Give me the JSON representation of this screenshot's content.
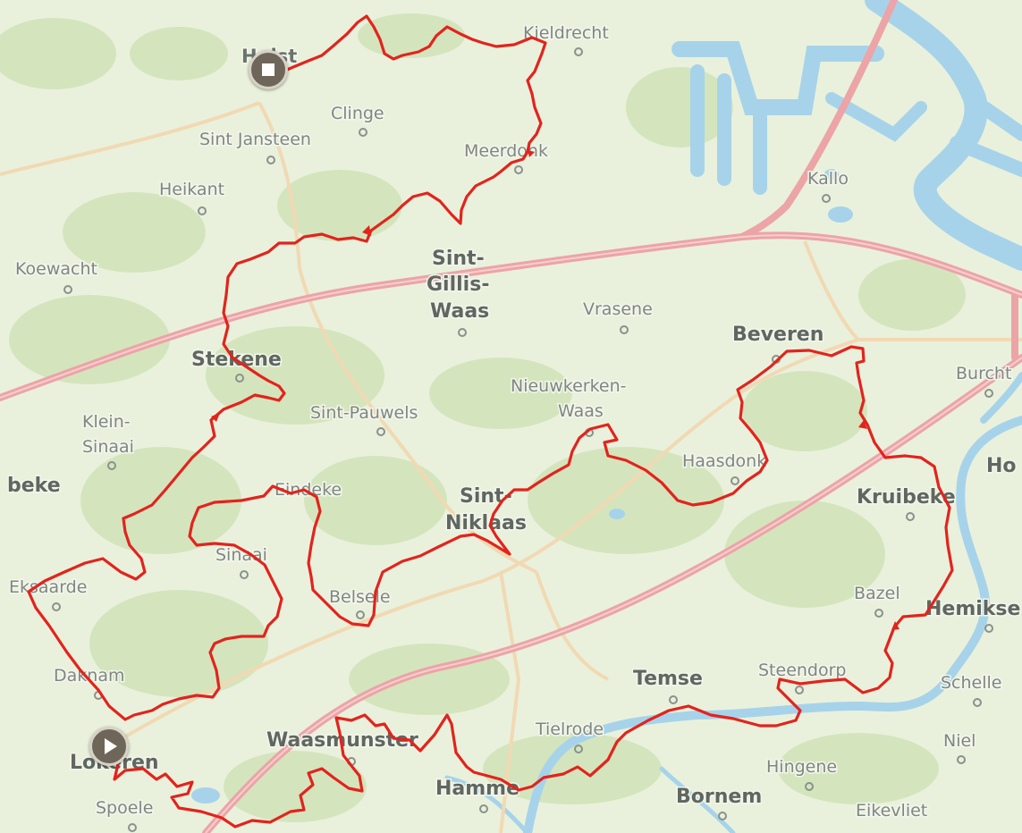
{
  "map": {
    "colors": {
      "land": "#e9f1dc",
      "forest": "#d5e6c0",
      "water": "#a9d4ea",
      "motorway": "#eca3a6",
      "major_road": "#f2dcb8",
      "route": "#e3231d"
    },
    "places": [
      {
        "id": "hulst",
        "text": "Hulst"
      },
      {
        "id": "kieldrecht",
        "text": "Kieldrecht"
      },
      {
        "id": "clinge",
        "text": "Clinge"
      },
      {
        "id": "sint-jansteen",
        "text": "Sint Jansteen"
      },
      {
        "id": "meerdonk",
        "text": "Meerdonk"
      },
      {
        "id": "kallo",
        "text": "Kallo"
      },
      {
        "id": "heikant",
        "text": "Heikant"
      },
      {
        "id": "sint-gillis-waas-1",
        "text": "Sint-"
      },
      {
        "id": "sint-gillis-waas-2",
        "text": "Gillis-"
      },
      {
        "id": "sint-gillis-waas-3",
        "text": "Waas"
      },
      {
        "id": "koewacht",
        "text": "Koewacht"
      },
      {
        "id": "vrasene",
        "text": "Vrasene"
      },
      {
        "id": "beveren",
        "text": "Beveren"
      },
      {
        "id": "burcht",
        "text": "Burcht"
      },
      {
        "id": "stekene",
        "text": "Stekene"
      },
      {
        "id": "nieuwkerken-1",
        "text": "Nieuwkerken-"
      },
      {
        "id": "nieuwkerken-2",
        "text": "Waas"
      },
      {
        "id": "sint-pauwels",
        "text": "Sint-Pauwels"
      },
      {
        "id": "klein-sinaai-1",
        "text": "Klein-"
      },
      {
        "id": "klein-sinaai-2",
        "text": "Sinaai"
      },
      {
        "id": "haasdonk",
        "text": "Haasdonk"
      },
      {
        "id": "beke",
        "text": "beke"
      },
      {
        "id": "hoboken",
        "text": "Ho"
      },
      {
        "id": "sint-niklaas-1",
        "text": "Sint-"
      },
      {
        "id": "sint-niklaas-2",
        "text": "Niklaas"
      },
      {
        "id": "kruibeke",
        "text": "Kruibeke"
      },
      {
        "id": "eindeke",
        "text": "Eindeke"
      },
      {
        "id": "sinaai",
        "text": "Sinaai"
      },
      {
        "id": "eksaarde",
        "text": "Eksaarde"
      },
      {
        "id": "belsele",
        "text": "Belsele"
      },
      {
        "id": "bazel",
        "text": "Bazel"
      },
      {
        "id": "hemiksem",
        "text": "Hemikse"
      },
      {
        "id": "daknam",
        "text": "Daknam"
      },
      {
        "id": "temse",
        "text": "Temse"
      },
      {
        "id": "steendorp",
        "text": "Steendorp"
      },
      {
        "id": "schelle",
        "text": "Schelle"
      },
      {
        "id": "lokeren",
        "text": "Lokeren"
      },
      {
        "id": "waasmunster",
        "text": "Waasmunster"
      },
      {
        "id": "tielrode",
        "text": "Tielrode"
      },
      {
        "id": "niel",
        "text": "Niel"
      },
      {
        "id": "hingene",
        "text": "Hingene"
      },
      {
        "id": "spoele",
        "text": "Spoele"
      },
      {
        "id": "hamme",
        "text": "Hamme"
      },
      {
        "id": "bornem",
        "text": "Bornem"
      },
      {
        "id": "eikevliet",
        "text": "Eikevliet"
      }
    ],
    "route": {
      "start_marker": "play-icon",
      "end_marker": "stop-icon"
    }
  }
}
